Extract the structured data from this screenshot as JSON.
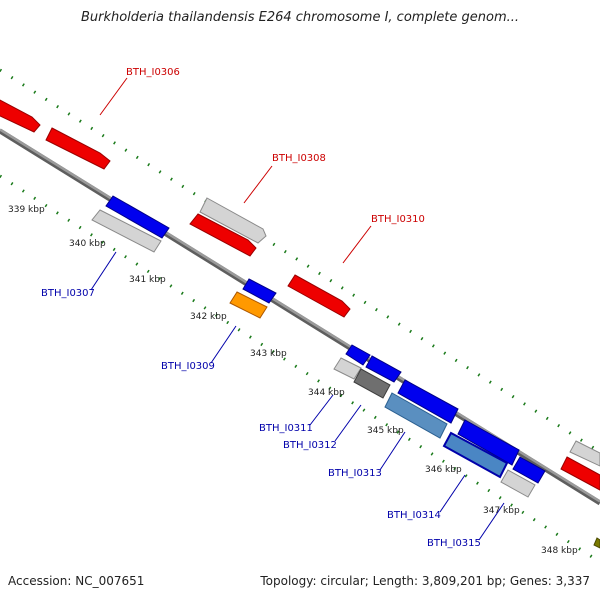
{
  "title": "Burkholderia thailandensis E264 chromosome I, complete genom...",
  "footer": {
    "accession": "Accession: NC_007651",
    "summary": "Topology: circular; Length: 3,809,201 bp; Genes: 3,337"
  },
  "ticks": [
    "339 kbp",
    "340 kbp",
    "341 kbp",
    "342 kbp",
    "343 kbp",
    "344 kbp",
    "345 kbp",
    "346 kbp",
    "347 kbp",
    "348 kbp"
  ],
  "forward_labels": [
    "BTH_I0306",
    "BTH_I0308",
    "BTH_I0310"
  ],
  "reverse_labels": [
    "BTH_I0307",
    "BTH_I0309",
    "BTH_I0311",
    "BTH_I0312",
    "BTH_I0313",
    "BTH_I0314",
    "BTH_I0315"
  ],
  "colors": {
    "forward_label": "#cc0000",
    "reverse_label": "#0000aa",
    "backbone": "#8a8a8a",
    "tick": "#1a7a1a",
    "red_gene": "#ee0000",
    "blue_gene": "#0000ee",
    "grey_gene": "#cfcfcf",
    "dark_gene": "#777777",
    "orange_gene": "#ff9900",
    "steel_gene": "#5a8fc0",
    "olive_gene": "#7a7a00"
  }
}
